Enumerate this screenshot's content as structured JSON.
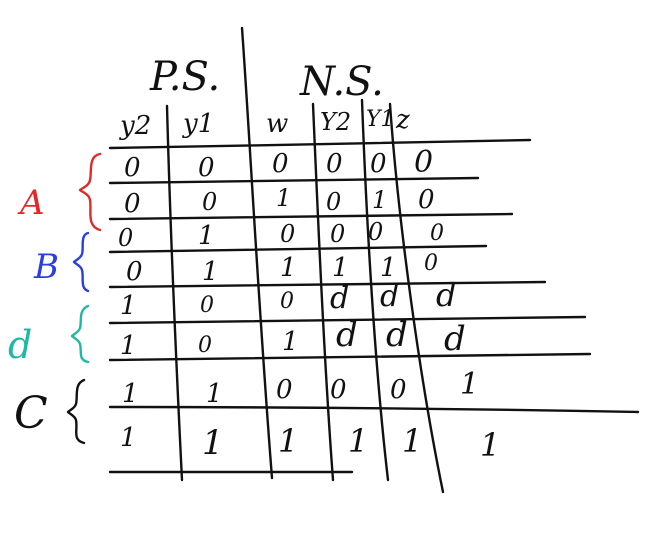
{
  "headers": {
    "present_state": "P.S.",
    "next_state": "N.S.",
    "columns": [
      "y2",
      "y1",
      "w",
      "Y2",
      "Y1",
      "z"
    ]
  },
  "groups": [
    {
      "label": "A",
      "color": "#e02a2a"
    },
    {
      "label": "B",
      "color": "#2a3fe0"
    },
    {
      "label": "d",
      "color": "#1fb8a6"
    },
    {
      "label": "C",
      "color": "#111111"
    }
  ],
  "rows": [
    [
      "0",
      "0",
      "0",
      "0",
      "0",
      "0"
    ],
    [
      "0",
      "0",
      "1",
      "0",
      "1",
      "0"
    ],
    [
      "0",
      "1",
      "0",
      "0",
      "0",
      "0"
    ],
    [
      "0",
      "1",
      "1",
      "1",
      "1",
      "0"
    ],
    [
      "1",
      "0",
      "0",
      "d",
      "d",
      "d"
    ],
    [
      "1",
      "0",
      "1",
      "d",
      "d",
      "d"
    ],
    [
      "1",
      "1",
      "0",
      "0",
      "0",
      "1"
    ],
    [
      "1",
      "1",
      "1",
      "1",
      "1",
      "1"
    ]
  ]
}
